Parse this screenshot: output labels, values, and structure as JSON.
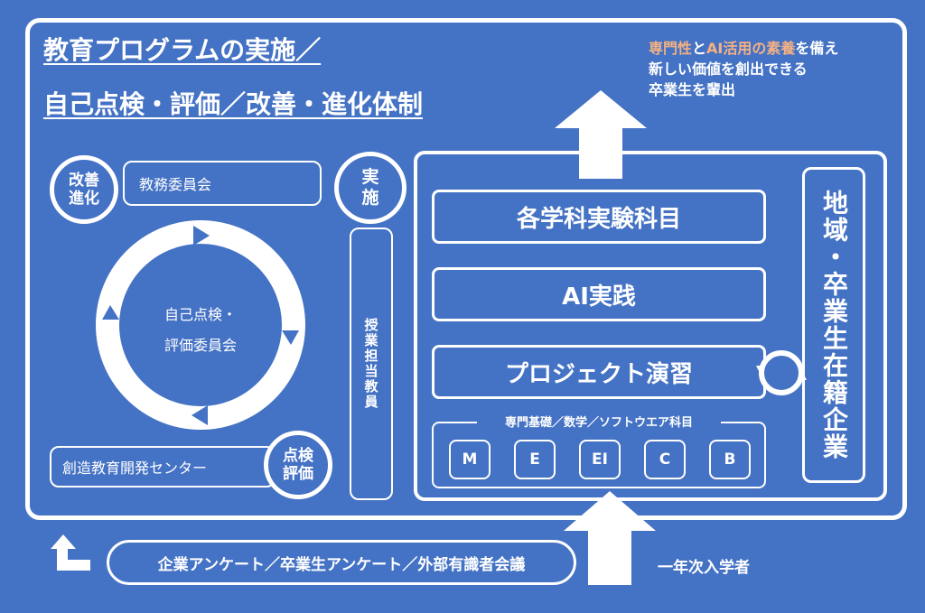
{
  "title": {
    "line1": "教育プログラムの実施／",
    "line2": "自己点検・評価／改善・進化体制"
  },
  "goal": {
    "line1_part1": "専門性",
    "line1_part2": "と",
    "line1_part3": "AI活用の素養",
    "line1_part4": "を備え",
    "line2": "新しい価値を創出できる",
    "line3": "卒業生を輩出",
    "highlight_color": "#F4B183"
  },
  "left": {
    "improve_label": "改善\n進化",
    "improve_box": "教務委員会",
    "cycle_center_line1": "自己点検・",
    "cycle_center_line2": "評価委員会",
    "eval_label": "点検\n評価",
    "eval_box": "創造教育開発センター"
  },
  "middle": {
    "implement_label": "実\n施",
    "teachers": "授業担当教員"
  },
  "right": {
    "box1": "各学科実験科目",
    "box2": "AI実践",
    "box3": "プロジェクト演習",
    "foundation_title": "専門基礎／数学／ソフトウエア科目",
    "subjects": [
      "M",
      "E",
      "EI",
      "C",
      "B"
    ],
    "community": "地域・卒業生在籍企業"
  },
  "bottom": {
    "survey": "企業アンケート／卒業生アンケート／外部有識者会議",
    "freshman": "一年次入学者"
  }
}
